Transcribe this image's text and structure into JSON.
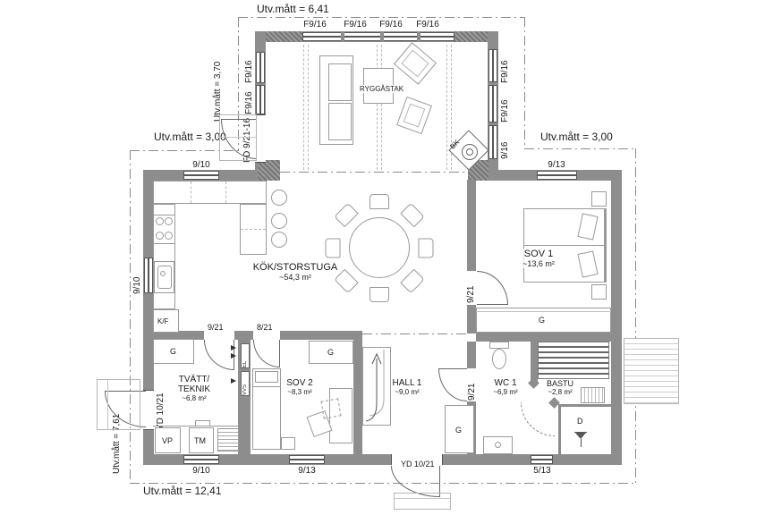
{
  "plan": {
    "measurements": {
      "top_width": "Utv.mått = 6,41",
      "top_height": "Utv.mått = 3,70",
      "left_offset": "Utv.mått = 3,00",
      "right_offset": "Utv.mått = 3,00",
      "left_height": "Utv.mått = 7,61",
      "total_width": "Utv.mått = 12,41"
    },
    "rooms": {
      "storstuga": {
        "name": "KÖK/STORSTUGA",
        "area": "~54,3 m²",
        "ceiling_note": "RYGGÅSTAK"
      },
      "sov1": {
        "name": "SOV 1",
        "area": "~13,6 m²"
      },
      "sov2": {
        "name": "SOV 2",
        "area": "~8,3 m²"
      },
      "hall1": {
        "name": "HALL 1",
        "area": "~9,0 m²"
      },
      "wc1": {
        "name": "WC 1",
        "area": "~6,9 m²"
      },
      "bastu": {
        "name": "BASTU",
        "area": "~2,8 m²"
      },
      "tvatt": {
        "name_line1": "TVÄTT/",
        "name_line2": "TEKNIK",
        "area": "~6,8 m²"
      }
    },
    "openings": {
      "top_windows": [
        "F9/16",
        "F9/16",
        "F9/16",
        "F9/16"
      ],
      "left_upper_windows": [
        "F9/16",
        "F9/16"
      ],
      "left_upper_door": "FD 9/21-16",
      "right_upper_windows": [
        "F9/16",
        "F9/16",
        "9/16"
      ],
      "main_top_windows": [
        "9/10",
        "9/13"
      ],
      "main_left_window": "9/10",
      "main_left_door": "YD 10/21",
      "main_bottom_windows": [
        "9/10",
        "9/13",
        "5/13"
      ],
      "main_bottom_door": "YD 10/21",
      "interior_doors": {
        "tvatt": "9/21",
        "sov2": "8/21",
        "sov1": "9/21",
        "wc1": "9/21"
      }
    },
    "fixtures": {
      "wardrobe": "G",
      "fridge_freezer": "K/F",
      "heat_pump": "VP",
      "washing_machine": "TM",
      "fireplace": "BK",
      "shower": "D",
      "shaft_el": "EL",
      "shaft_vvs": "VVS"
    }
  }
}
